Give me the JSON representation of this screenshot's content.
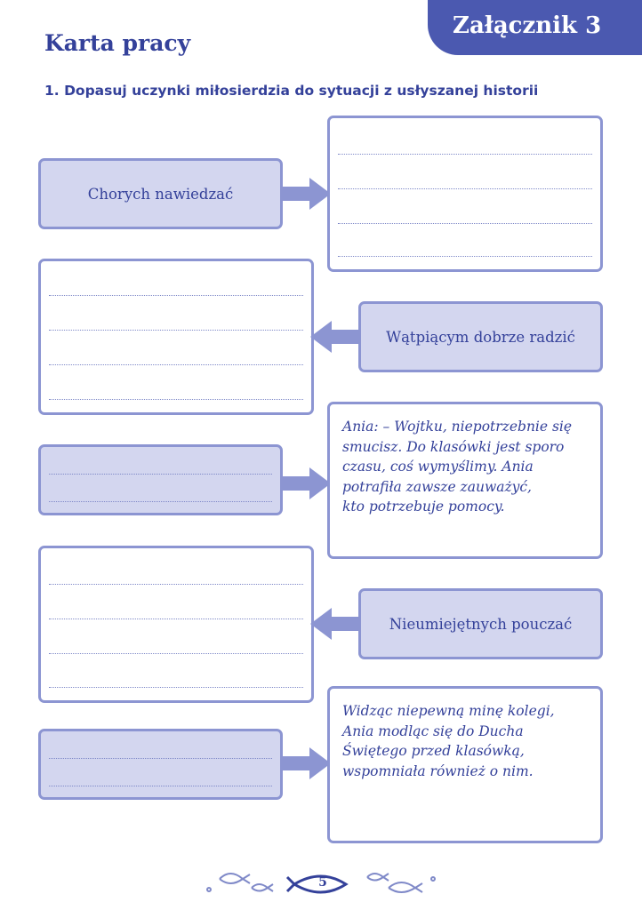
{
  "header": {
    "tab_label": "Załącznik 3",
    "title": "Karta pracy",
    "task": "1. Dopasuj uczynki miłosierdzia do sytuacji z usłyszanej historii"
  },
  "rows": [
    {
      "work": "Chorych nawiedzać"
    },
    {
      "work": "Wątpiącym dobrze radzić"
    },
    {
      "story": "Ania: – Wojtku, niepotrzebnie się\nsmucisz. Do klasówki jest sporo\nczasu, coś wymyślimy. Ania\npotrafiła zawsze zauważyć,\nkto potrzebuje pomocy."
    },
    {
      "work": "Nieumiejętnych pouczać"
    },
    {
      "story": "Widząc niepewną minę kolegi,\nAnia modląc się do Ducha\nŚwiętego przed klasówką,\nwspomniała również o nim."
    }
  ],
  "footer": {
    "page_number": "5"
  },
  "colors": {
    "accent": "#4b59b0",
    "border": "#8c95d2",
    "fill": "#d3d6ef",
    "text": "#34419a"
  }
}
